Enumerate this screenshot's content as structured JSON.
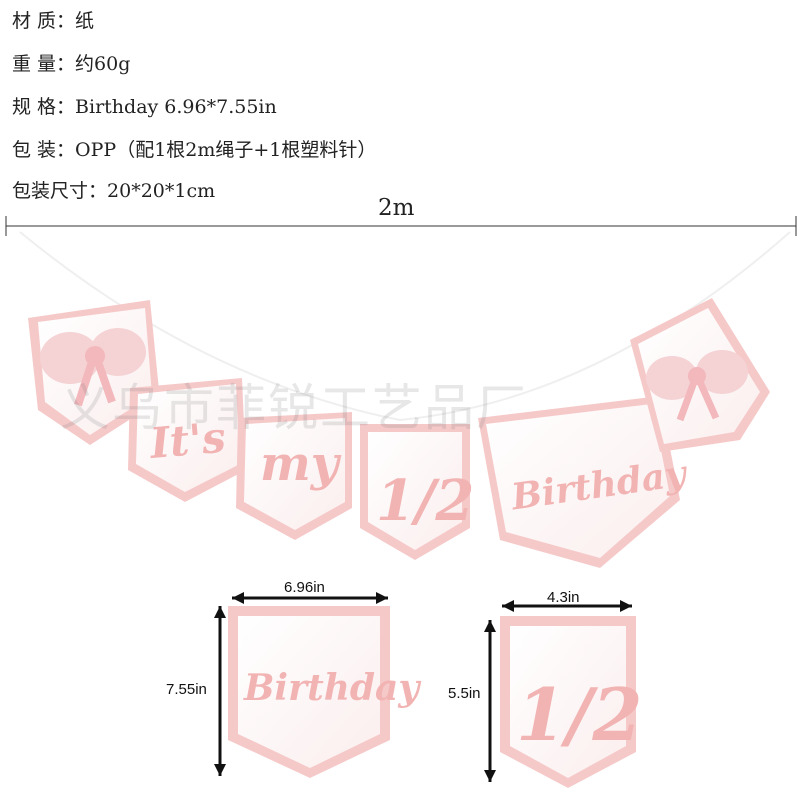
{
  "specs": [
    {
      "label": "材 质：",
      "value": "纸"
    },
    {
      "label": "重 量：",
      "value": "约60g"
    },
    {
      "label": "规 格：",
      "value": "Birthday 6.96*7.55in"
    },
    {
      "label": "包 装：",
      "value": "OPP（配1根2m绳子+1根塑料针）"
    },
    {
      "label": "包装尺寸：",
      "value": "20*20*1cm"
    }
  ],
  "rope_length": "2m",
  "banner": {
    "flag_texts": [
      "It's",
      "my",
      "1/2",
      "Birthday"
    ],
    "colors": {
      "pink": "#f6c9c9",
      "pink_dark": "#f2b3b3",
      "card": "#ffffff"
    }
  },
  "watermark": "义乌市菲锐工艺品厂",
  "details": {
    "large": {
      "text": "Birthday",
      "width_label": "6.96in",
      "height_label": "7.55in"
    },
    "small": {
      "text": "1/2",
      "width_label": "4.3in",
      "height_label": "5.5in"
    }
  }
}
